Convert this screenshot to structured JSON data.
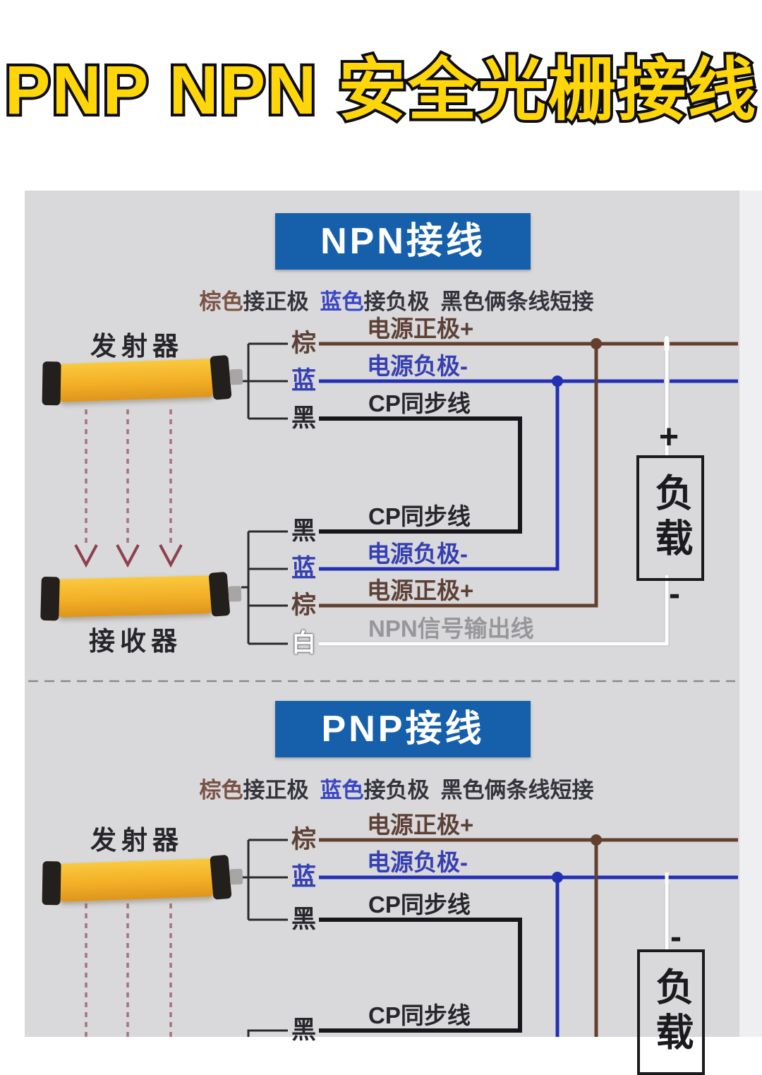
{
  "title": "PNP NPN 安全光栅接线",
  "colors": {
    "title_yellow": "#ffd60a",
    "banner_blue": "#1660ab",
    "panel_gray": "#d9d8da",
    "wire_brown": "#63402e",
    "wire_blue": "#2230b4",
    "wire_black": "#17171b",
    "wire_white": "#fcfcfc",
    "wire_white_edge": "#c9c9cb",
    "bracket_dark": "#2a2a2e",
    "label_gray": "#97979b",
    "beam_dash": "#a4747c",
    "beam_arrow": "#8e4050",
    "divider_gray": "#8a8a8e"
  },
  "npn": {
    "banner": "NPN接线",
    "subtitle": [
      "棕色",
      "接正极",
      "蓝色",
      "接负极",
      "黑色俩条线短接"
    ],
    "transmitter": "发射器",
    "receiver": "接收器",
    "terminals_top": [
      "棕",
      "蓝",
      "黑"
    ],
    "terminals_bottom": [
      "黑",
      "蓝",
      "棕",
      "白"
    ],
    "labels_top": [
      "电源正极+",
      "电源负极-",
      "CP同步线"
    ],
    "labels_bottom": [
      "CP同步线",
      "电源负极-",
      "电源正极+",
      "NPN信号输出线"
    ],
    "load": {
      "label": "负载",
      "plus": "+",
      "minus": "-"
    }
  },
  "pnp": {
    "banner": "PNP接线",
    "subtitle": [
      "棕色",
      "接正极",
      "蓝色",
      "接负极",
      "黑色俩条线短接"
    ],
    "transmitter": "发射器",
    "terminals_top": [
      "棕",
      "蓝",
      "黑"
    ],
    "labels_top": [
      "电源正极+",
      "电源负极-",
      "CP同步线"
    ],
    "bottom": {
      "cp_label": "CP同步线",
      "terminal": "黑"
    },
    "load": {
      "label": "负载",
      "minus": "-"
    }
  }
}
